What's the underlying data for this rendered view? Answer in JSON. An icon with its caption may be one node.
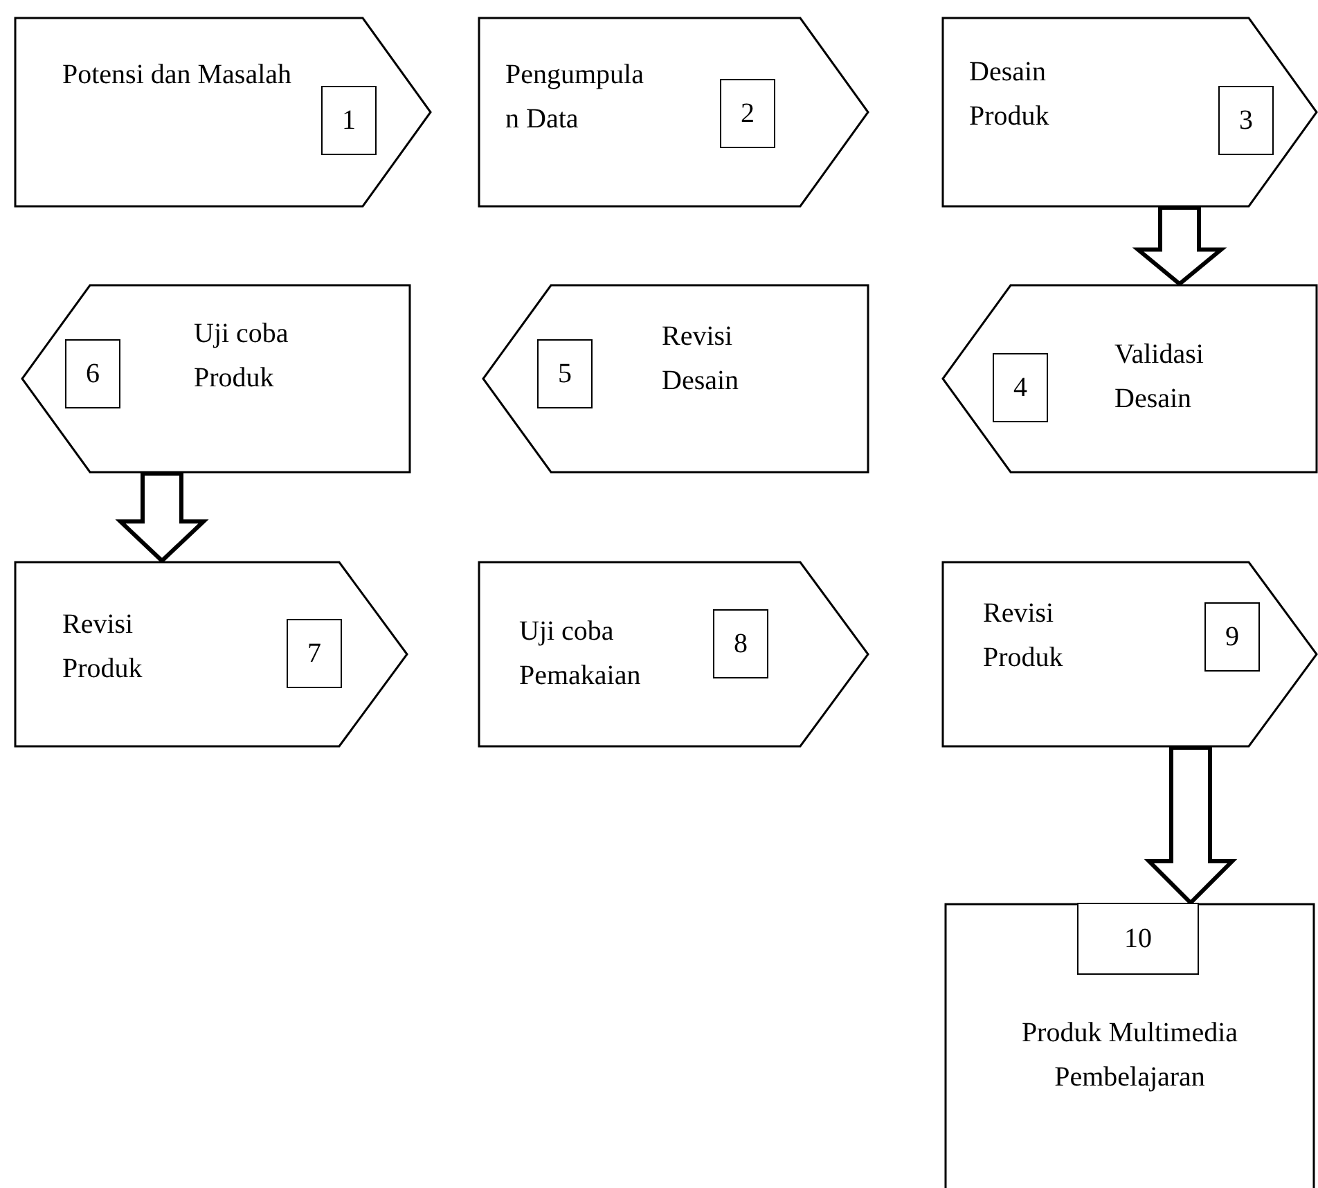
{
  "diagram": {
    "nodes": [
      {
        "text": [
          "Potensi dan Masalah"
        ]
      },
      {
        "text": [
          "1"
        ],
        "in": 0
      },
      {
        "text": [
          "Pengumpula n Data"
        ]
      },
      {
        "text": [
          "2"
        ],
        "in": 2
      },
      {
        "text": [
          "Desain Produk"
        ]
      },
      {
        "text": [
          "3"
        ],
        "in": 4
      },
      {
        "text": [
          "Uji coba Produk"
        ]
      },
      {
        "text": [
          "6"
        ],
        "in": 6
      },
      {
        "text": [
          "Revisi Desain"
        ]
      },
      {
        "text": [
          "5"
        ],
        "in": 8
      },
      {
        "text": [
          "Validasi Desain"
        ]
      },
      {
        "text": [
          "4"
        ],
        "in": 10
      },
      {
        "text": [
          "Revisi Produk"
        ]
      },
      {
        "text": [
          "7"
        ],
        "in": 12
      },
      {
        "text": [
          "Uji coba Pemakaian"
        ]
      },
      {
        "text": [
          "8"
        ],
        "in": 14
      },
      {
        "text": [
          "Revisi Produk"
        ]
      },
      {
        "text": [
          "9"
        ],
        "in": 16
      },
      {
        "text": [
          "Produk Multimedia Pembelajaran"
        ]
      },
      {
        "text": [
          "10"
        ],
        "in": 18
      }
    ],
    "edges": [
      {
        "from": 4,
        "to": 10,
        "arrow": "to",
        "style": "thick"
      },
      {
        "from": 6,
        "to": 12,
        "arrow": "to",
        "style": "thick"
      },
      {
        "from": 16,
        "to": 18,
        "arrow": "to",
        "style": "thick"
      }
    ]
  }
}
